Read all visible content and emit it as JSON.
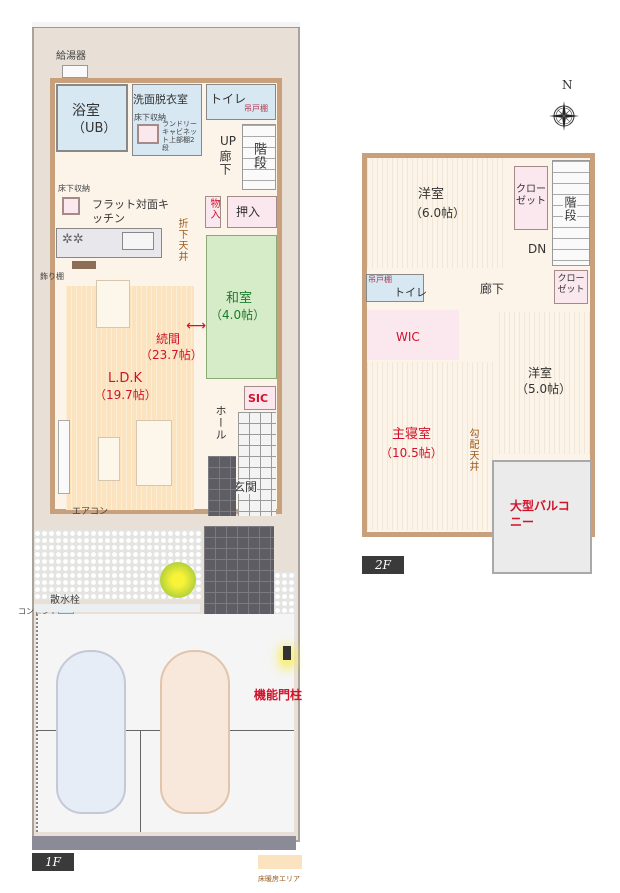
{
  "floor1": {
    "badge": "1F",
    "rooms": {
      "water_heater": "給湯器",
      "bath": "浴室",
      "bath_sub": "（UB）",
      "washroom": "洗面脱衣室",
      "underfloor_storage_1": "床下収納",
      "laundry_cabinet": "ランドリーキャビネット上部棚2段",
      "toilet": "トイレ",
      "hanging_cabinet": "吊戸棚",
      "up": "UP",
      "hallway": "廊下",
      "stairs": "階段",
      "underfloor_storage_2": "床下収納",
      "kitchen": "フラット対面キッチン",
      "storage": "物入",
      "closet": "押入",
      "lowered_ceiling": "折下天井",
      "display_shelf": "飾り棚",
      "washitsu": "和室",
      "washitsu_size": "（4.0帖）",
      "continuous": "続間",
      "continuous_size": "（23.7帖）",
      "ldk": "L.D.K",
      "ldk_size": "（19.7帖）",
      "sic": "SIC",
      "hall": "ホール",
      "entrance": "玄関",
      "aircon": "エアコン",
      "faucet": "散水栓",
      "outlet": "コンセント",
      "gate_post": "機能門柱"
    }
  },
  "floor2": {
    "badge": "2F",
    "rooms": {
      "western_room_1": "洋室",
      "western_room_1_size": "（6.0帖）",
      "closet_1": "クローゼット",
      "stairs": "階段",
      "down": "DN",
      "hanging_cabinet": "吊戸棚",
      "toilet": "トイレ",
      "hallway": "廊下",
      "closet_2": "クローゼット",
      "wic": "WIC",
      "western_room_2": "洋室",
      "western_room_2_size": "（5.0帖）",
      "master_bedroom": "主寝室",
      "master_bedroom_size": "（10.5帖）",
      "sloped_ceiling": "勾配天井",
      "balcony": "大型バルコニー"
    }
  },
  "compass": {
    "label": "N",
    "icon": "compass-rose-icon"
  },
  "legend": {
    "label": "床暖房エリア",
    "color": "#fbe3bf"
  },
  "colors": {
    "wall": "#c9a07c",
    "lot": "#e8e0d6",
    "label_red": "#d0122a",
    "label_green": "#1c7a2c",
    "label_brown": "#9a5a1c",
    "badge_bg": "#3a3a3a"
  }
}
